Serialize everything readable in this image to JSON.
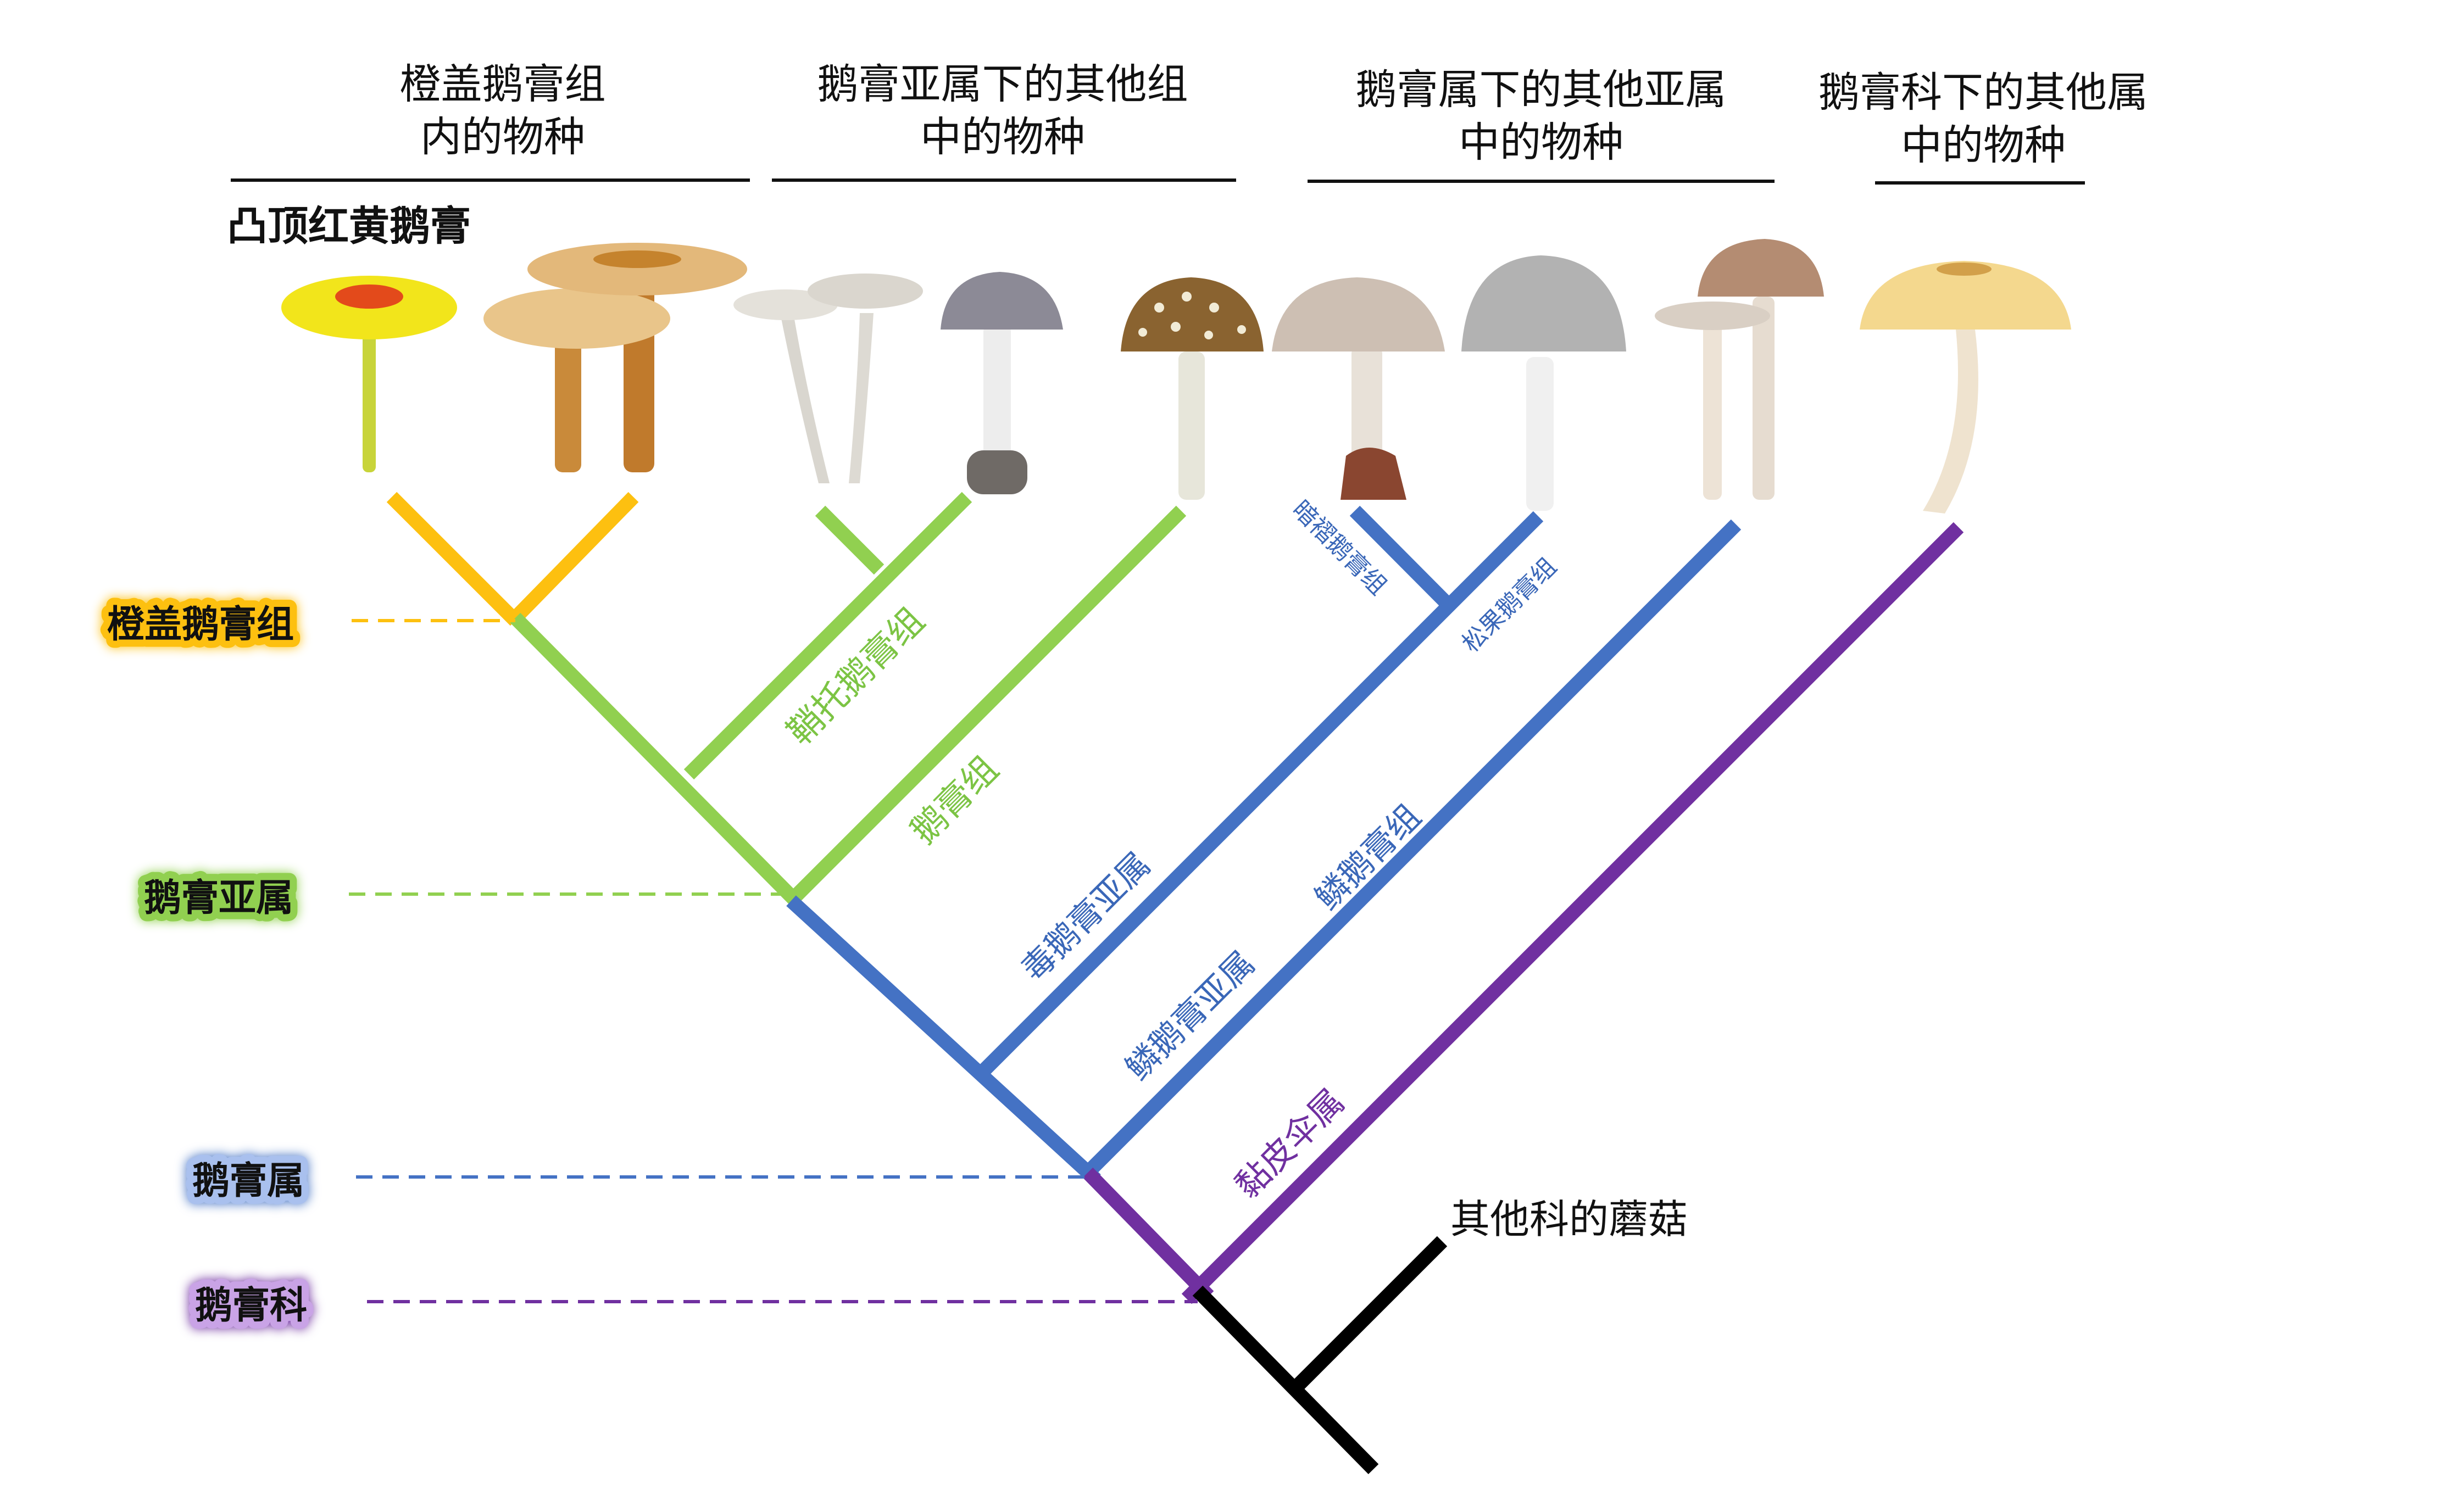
{
  "column_headers": [
    {
      "line1": "橙盖鹅膏组",
      "line2": "内的物种"
    },
    {
      "line1": "鹅膏亚属下的其他组",
      "line2": "中的物种"
    },
    {
      "line1": "鹅膏属下的其他亚属",
      "line2": "中的物种"
    },
    {
      "line1": "鹅膏科下的其他属",
      "line2": "中的物种"
    }
  ],
  "featured_species": "凸顶红黄鹅膏",
  "rank_labels": {
    "section": "橙盖鹅膏组",
    "subgenus": "鹅膏亚属",
    "genus": "鹅膏属",
    "family": "鹅膏科"
  },
  "branch_labels": {
    "vaginatae": "鞘托鹅膏组",
    "amanita": "鹅膏组",
    "phalloideae": "毒鹅膏亚属",
    "lepidella": "鳞鹅膏亚属",
    "validae": "暗褶鹅膏组",
    "strobiliformes": "松果鹅膏组",
    "lepidella_section": "鳞鹅膏组",
    "limacella": "黏皮伞属",
    "outgroup": "其他科的蘑菇"
  },
  "colors": {
    "orange": "#FDC010",
    "green": "#91D050",
    "blue": "#4472C4",
    "purple": "#7030A0",
    "black": "#000000",
    "label_green": "#7CC444",
    "label_blue": "#3A67B8",
    "label_purple": "#7030A0"
  },
  "icons": [
    "mushroom-photo-icon"
  ]
}
